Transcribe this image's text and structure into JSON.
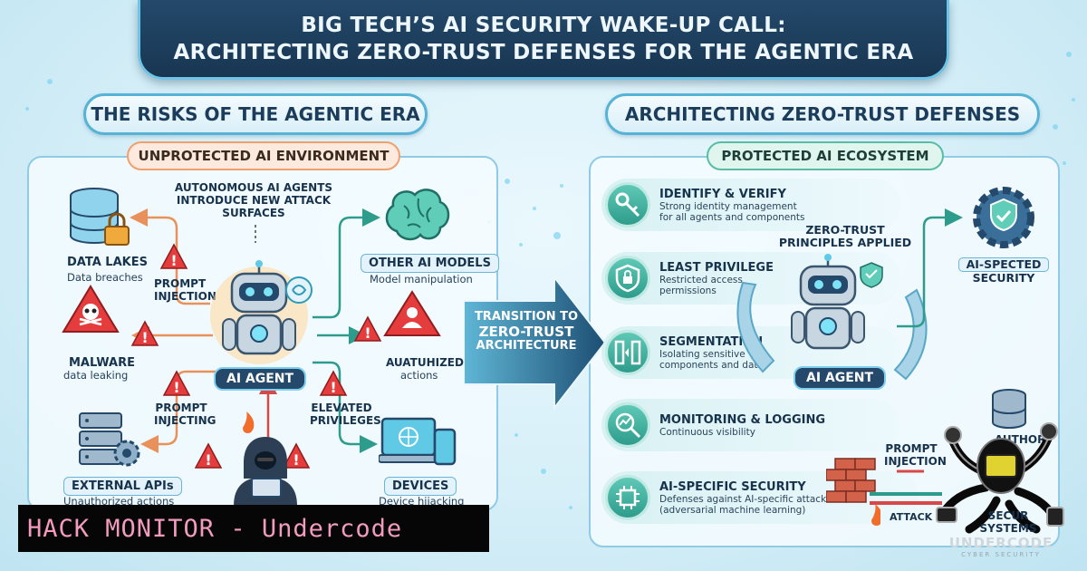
{
  "title": {
    "line1": "BIG TECH’S AI SECURITY WAKE-UP CALL:",
    "line2": "ARCHITECTING ZERO-TRUST DEFENSES FOR THE AGENTIC ERA"
  },
  "left": {
    "section_title": "THE RISKS OF THE AGENTIC ERA",
    "env_label": "UNPROTECTED AI ENVIRONMENT",
    "intro": [
      "AUTONOMOUS AI AGENTS",
      "INTRODUCE NEW ATTACK",
      "SURFACES"
    ],
    "agent_label": "AI AGENT",
    "nodes": {
      "data_lakes": {
        "title": "DATA LAKES",
        "desc": "Data breaches"
      },
      "other_models": {
        "title": "OTHER AI MODELS",
        "desc": "Model manipulation"
      },
      "malware": {
        "title": "MALWARE",
        "desc": "data leaking"
      },
      "unauthorized": {
        "title": "AUATUHIZED",
        "desc": "actions"
      },
      "external_apis": {
        "title": "EXTERNAL APIs",
        "desc": "Unauthorized actions"
      },
      "devices": {
        "title": "DEVICES",
        "desc": "Device hijacking"
      }
    },
    "threats": {
      "prompt_injection": [
        "PROMPT",
        "INJECTION"
      ],
      "prompt_injecting": [
        "PROMPT",
        "INJECTING"
      ],
      "elevated": [
        "ELEVATED",
        "PRIVILEGES"
      ]
    }
  },
  "transition": {
    "lines": [
      "TRANSITION TO",
      "ZERO-TRUST",
      "ARCHITECTURE"
    ]
  },
  "right": {
    "section_title": "ARCHITECTING ZERO-TRUST DEFENSES",
    "env_label": "PROTECTED AI ECOSYSTEM",
    "principles_label": [
      "ZERO-TRUST",
      "PRINCIPLES APPLIED"
    ],
    "agent_label": "AI AGENT",
    "principles": [
      {
        "title": "IDENTIFY & VERIFY",
        "desc": [
          "Strong identity management",
          "for all agents and components"
        ],
        "icon": "fingerprint-key-icon"
      },
      {
        "title": "LEAST PRIVILEGE",
        "desc": [
          "Restricted access",
          "permissions"
        ],
        "icon": "lock-shield-icon"
      },
      {
        "title": "SEGMENTATION",
        "desc": [
          "Isolating sensitive",
          "components and data"
        ],
        "icon": "segment-icon"
      },
      {
        "title": "MONITORING & LOGGING",
        "desc": [
          "Continuous visibility"
        ],
        "icon": "magnifier-chart-icon"
      },
      {
        "title": "AI-SPECIFIC SECURITY",
        "desc": [
          "Defenses against AI-specific attacks",
          "(adversarial machine learning)"
        ],
        "icon": "chip-icon"
      }
    ],
    "secure_badge": [
      "AI-SPECTED",
      "SECURITY"
    ],
    "prompt_injection": [
      "PROMPT",
      "INJECTION"
    ],
    "attack_label": "ATTACK",
    "secure_systems": [
      "SECUR",
      "SYSTEMS"
    ],
    "authorized": "AUTHORI"
  },
  "watermark": {
    "banner": "HACK MONITOR - Undercode",
    "logo_text": "UNDERCODE",
    "logo_sub": "CYBER SECURITY"
  },
  "colors": {
    "navy": "#183652",
    "teal": "#2e9c8c",
    "warning": "#e53d3d",
    "accent_blue": "#57b3d6"
  }
}
